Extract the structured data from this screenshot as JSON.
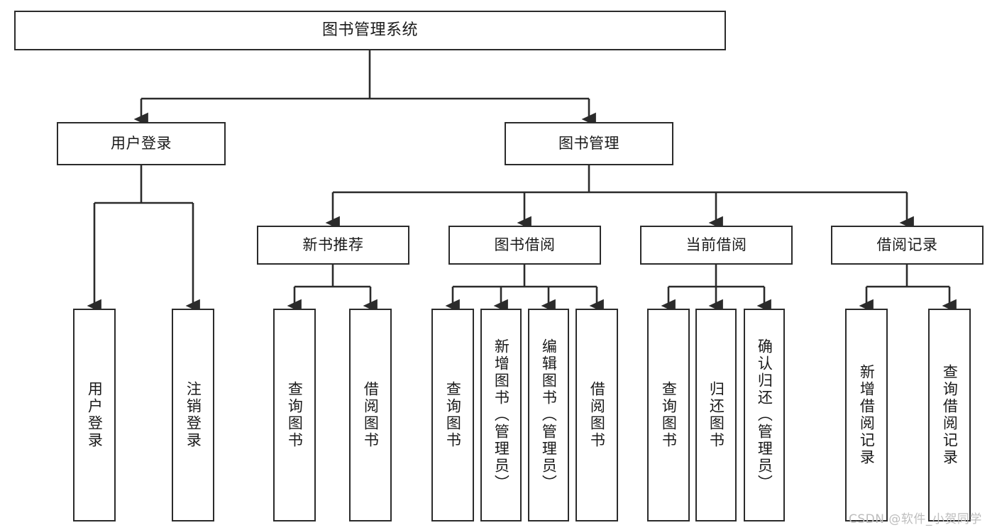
{
  "diagram": {
    "title": "图书管理系统",
    "type": "tree",
    "watermark": "CSDN @软件_小贺同学",
    "colors": {
      "box_border": "#2b2b2b",
      "box_fill": "#ffffff",
      "edge": "#2b2b2b",
      "text": "#1a1a1a",
      "watermark": "#bdbdbd",
      "background": "#ffffff"
    },
    "nodes": {
      "root": {
        "label": "图书管理系统",
        "level": 0
      },
      "l1": [
        {
          "id": "user_login",
          "label": "用户登录",
          "level": 1
        },
        {
          "id": "book_mgmt",
          "label": "图书管理",
          "level": 1
        }
      ],
      "l2": [
        {
          "id": "new_book_rec",
          "label": "新书推荐",
          "level": 2,
          "parent": "book_mgmt"
        },
        {
          "id": "book_borrow",
          "label": "图书借阅",
          "level": 2,
          "parent": "book_mgmt"
        },
        {
          "id": "current_borrow",
          "label": "当前借阅",
          "level": 2,
          "parent": "book_mgmt"
        },
        {
          "id": "borrow_record",
          "label": "借阅记录",
          "level": 2,
          "parent": "book_mgmt"
        }
      ],
      "leaves": [
        {
          "id": "leaf_user_login",
          "label": "用户登录",
          "parent": "user_login"
        },
        {
          "id": "leaf_user_logout",
          "label": "注销登录",
          "parent": "user_login"
        },
        {
          "id": "leaf_rec_query",
          "label": "查询图书",
          "parent": "new_book_rec"
        },
        {
          "id": "leaf_rec_borrow",
          "label": "借阅图书",
          "parent": "new_book_rec"
        },
        {
          "id": "leaf_borrow_query",
          "label": "查询图书",
          "parent": "book_borrow"
        },
        {
          "id": "leaf_borrow_add",
          "label": "新增图书（管理员）",
          "parent": "book_borrow"
        },
        {
          "id": "leaf_borrow_edit",
          "label": "编辑图书（管理员）",
          "parent": "book_borrow"
        },
        {
          "id": "leaf_borrow_do",
          "label": "借阅图书",
          "parent": "book_borrow"
        },
        {
          "id": "leaf_cur_query",
          "label": "查询图书",
          "parent": "current_borrow"
        },
        {
          "id": "leaf_cur_return",
          "label": "归还图书",
          "parent": "current_borrow"
        },
        {
          "id": "leaf_cur_confirm",
          "label": "确认归还（管理员）",
          "parent": "current_borrow"
        },
        {
          "id": "leaf_rec_add",
          "label": "新增借阅记录",
          "parent": "borrow_record"
        },
        {
          "id": "leaf_rec_query2",
          "label": "查询借阅记录",
          "parent": "borrow_record"
        }
      ]
    }
  }
}
